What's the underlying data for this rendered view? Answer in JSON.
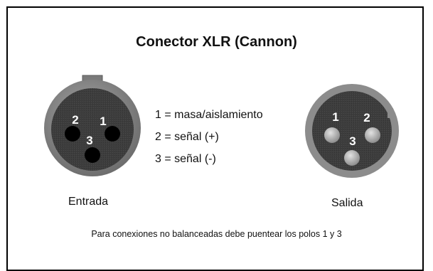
{
  "title": "Conector XLR (Cannon)",
  "pins": [
    "1 = masa/aislamiento",
    "2 = señal (+)",
    "3 = señal (-)"
  ],
  "input_connector": {
    "caption": "Entrada",
    "pin_labels": [
      "1",
      "2",
      "3"
    ]
  },
  "output_connector": {
    "caption": "Salida",
    "pin_labels": [
      "1",
      "2",
      "3"
    ]
  },
  "note": "Para conexiones no balanceadas debe puentear los polos 1 y 3",
  "colors": {
    "outer_ring": "#8a8a8a",
    "inner_face": "#3c3c3c",
    "socket": "#000000",
    "pin": "#bcbcbc",
    "label": "#ffffff"
  }
}
